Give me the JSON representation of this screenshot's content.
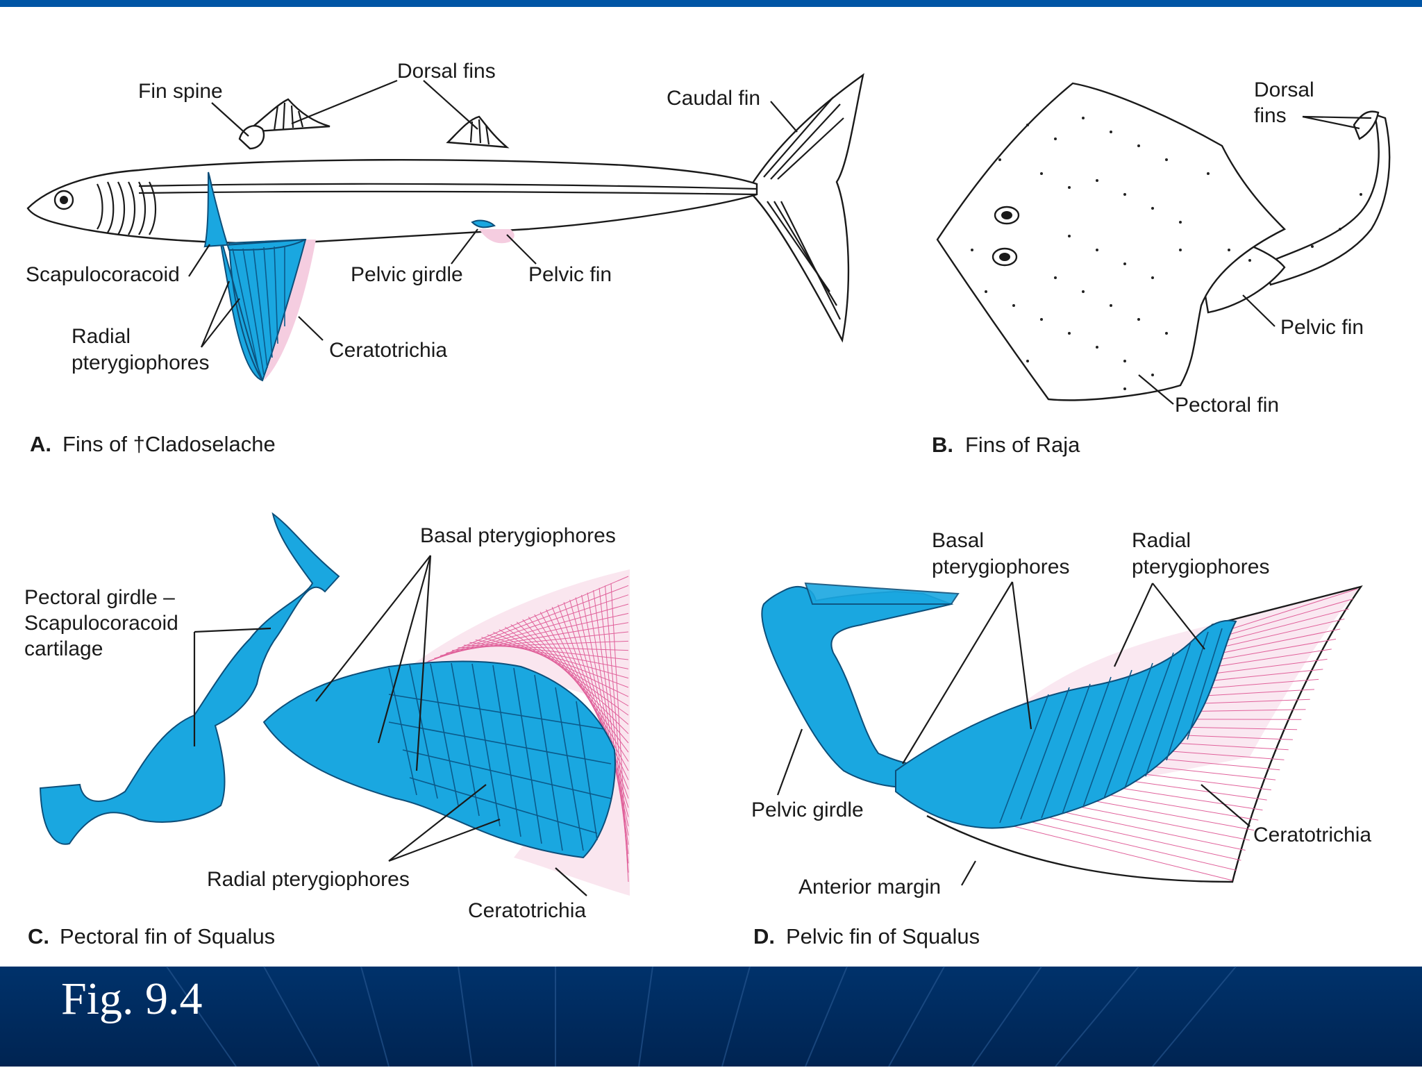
{
  "slide": {
    "top_bar_color": "#0055a5",
    "bottom_band_color": "#00285a",
    "figure_number": "Fig. 9.4"
  },
  "panels": {
    "a": {
      "letter": "A.",
      "caption": "Fins of †Cladoselache",
      "labels": {
        "fin_spine": "Fin spine",
        "dorsal_fins": "Dorsal fins",
        "caudal_fin": "Caudal fin",
        "scapulocoracoid": "Scapulocoracoid",
        "radial_1": "Radial",
        "radial_2": "pterygiophores",
        "ceratotrichia": "Ceratotrichia",
        "pelvic_girdle": "Pelvic girdle",
        "pelvic_fin": "Pelvic fin"
      }
    },
    "b": {
      "letter": "B.",
      "caption": "Fins of Raja",
      "labels": {
        "dorsal_1": "Dorsal",
        "dorsal_2": "fins",
        "pelvic_fin": "Pelvic fin",
        "pectoral_fin": "Pectoral fin"
      }
    },
    "c": {
      "letter": "C.",
      "caption": "Pectoral fin of Squalus",
      "labels": {
        "girdle_1": "Pectoral girdle –",
        "girdle_2": "Scapulocoracoid",
        "girdle_3": "cartilage",
        "basal": "Basal pterygiophores",
        "radial": "Radial pterygiophores",
        "ceratotrichia": "Ceratotrichia"
      }
    },
    "d": {
      "letter": "D.",
      "caption": "Pelvic fin of Squalus",
      "labels": {
        "basal_1": "Basal",
        "basal_2": "pterygiophores",
        "radial_1": "Radial",
        "radial_2": "pterygiophores",
        "pelvic_girdle": "Pelvic girdle",
        "ceratotrichia": "Ceratotrichia",
        "anterior_margin": "Anterior margin"
      }
    }
  }
}
